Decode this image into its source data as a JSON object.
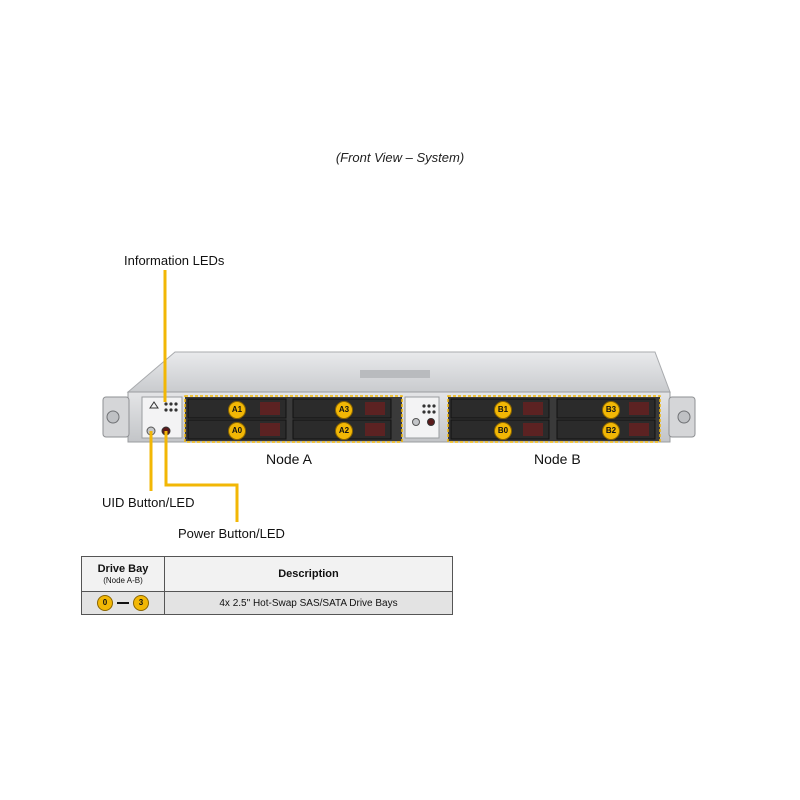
{
  "caption": "(Front View – System)",
  "callouts": {
    "information_leds": "Information  LEDs",
    "uid_button": "UID Button/LED",
    "power_button": "Power Button/LED"
  },
  "nodes": {
    "a": "Node A",
    "b": "Node B"
  },
  "bays": {
    "a1": "A1",
    "a0": "A0",
    "a3": "A3",
    "a2": "A2",
    "b1": "B1",
    "b0": "B0",
    "b3": "B3",
    "b2": "B2"
  },
  "table": {
    "header_bay": "Drive Bay",
    "header_bay_sub": "(Node A-B)",
    "header_desc": "Description",
    "row_from": "0",
    "row_to": "3",
    "row_desc": "4x 2.5\" Hot-Swap  SAS/SATA Drive  Bays"
  },
  "colors": {
    "accent": "#f2b705",
    "chassis": "#d9dadc",
    "drive": "#2b2b2b"
  }
}
